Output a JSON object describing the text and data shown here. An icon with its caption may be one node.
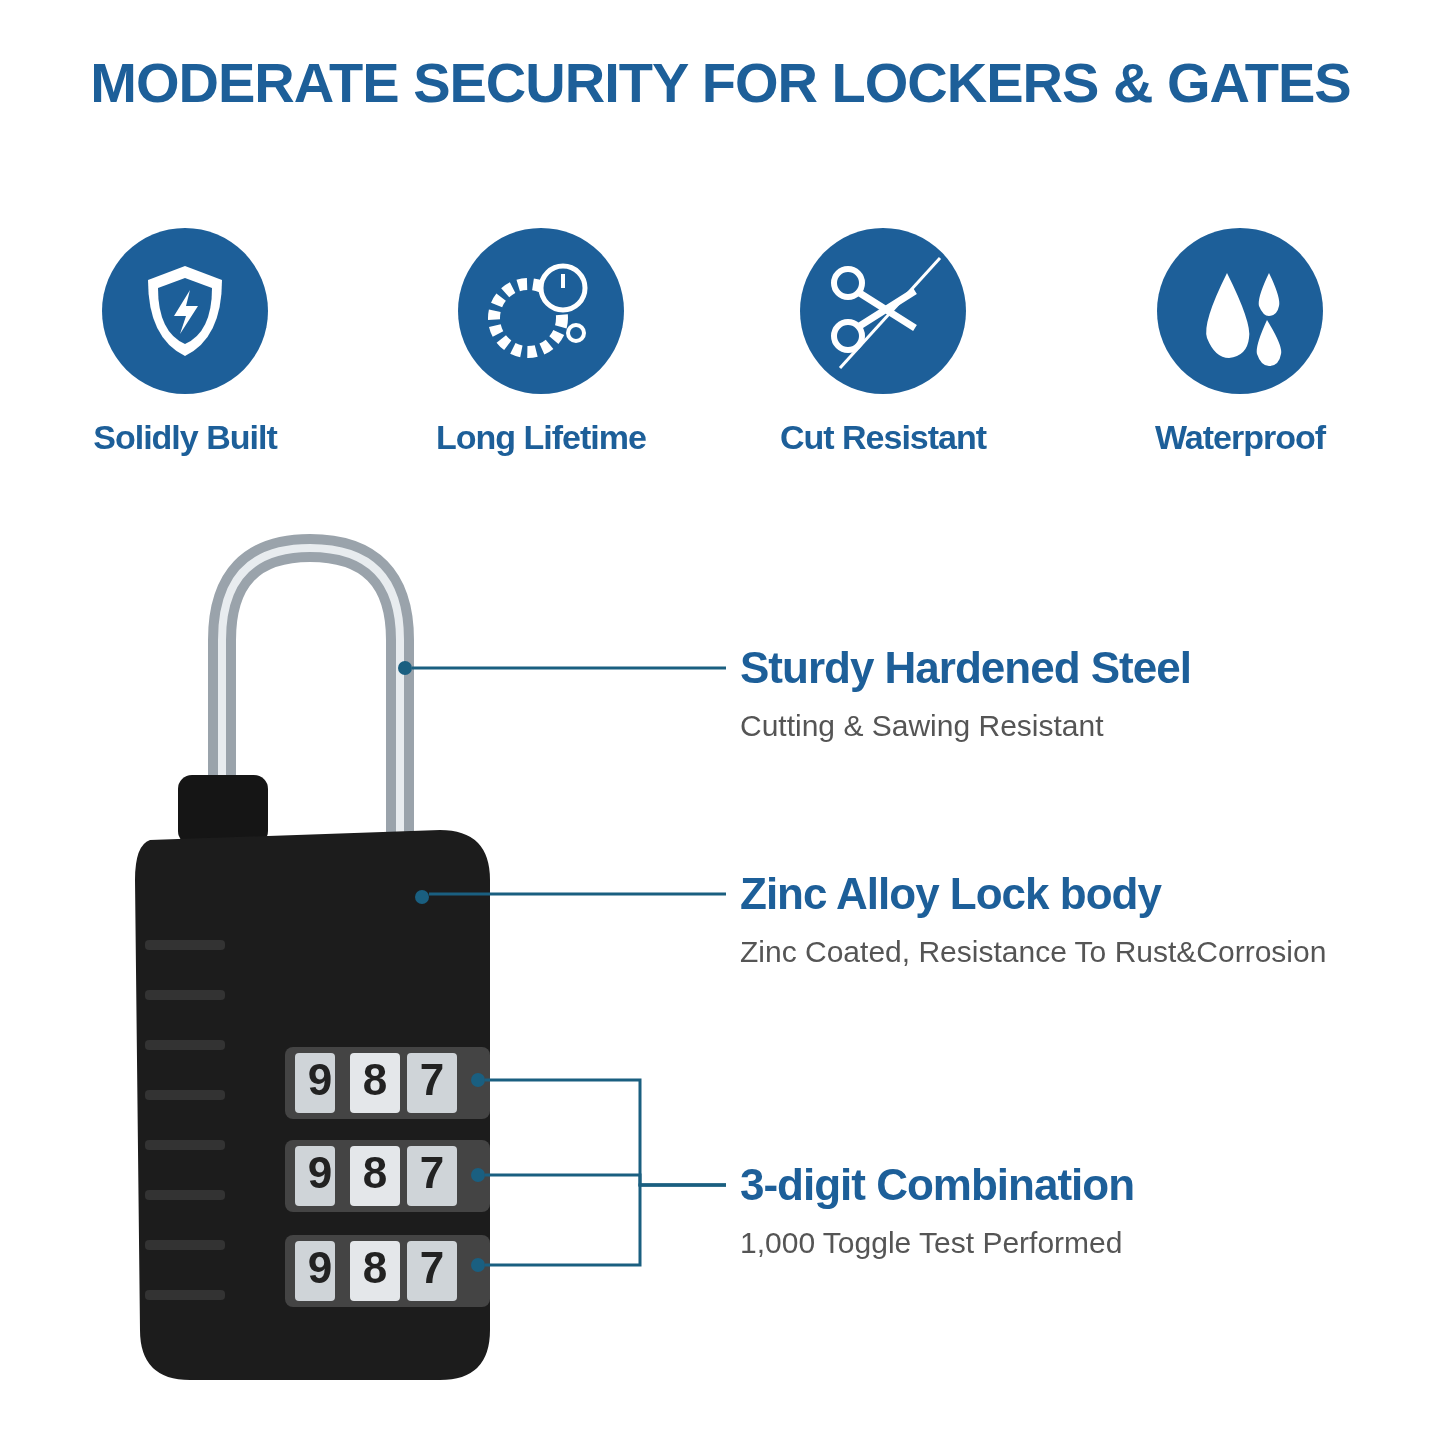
{
  "diagram": {
    "title": "MODERATE SECURITY FOR LOCKERS & GATES",
    "nodes": [
      {
        "text": [
          "Sturdy Hardened Steel",
          "Cutting & Sawing Resistant"
        ]
      },
      {
        "text": [
          "Zinc Alloy Lock body",
          "Zinc Coated, Resistance To Rust&Corrosion"
        ]
      },
      {
        "text": [
          "3-digit Combination",
          "1,000 Toggle Test Performed"
        ]
      },
      {
        "text": [],
        "shape": "circle"
      },
      {
        "text": [],
        "shape": "circle"
      },
      {
        "text": [],
        "shape": "circle"
      },
      {
        "text": [],
        "shape": "circle"
      },
      {
        "text": [],
        "shape": "circle"
      }
    ],
    "edges": [
      {
        "from": 0,
        "to": 3,
        "arrow": "none"
      },
      {
        "from": 1,
        "to": 4,
        "arrow": "none"
      },
      {
        "from": 2,
        "to": 5,
        "arrow": "none"
      },
      {
        "from": 2,
        "to": 6,
        "arrow": "none"
      },
      {
        "from": 2,
        "to": 7,
        "arrow": "none"
      }
    ],
    "labels": [
      "Solidly Built",
      "Long Lifetime",
      "Cut Resistant",
      "Waterproof",
      "9",
      "8",
      "7",
      "9",
      "8",
      "7",
      "9",
      "8",
      "7"
    ]
  }
}
